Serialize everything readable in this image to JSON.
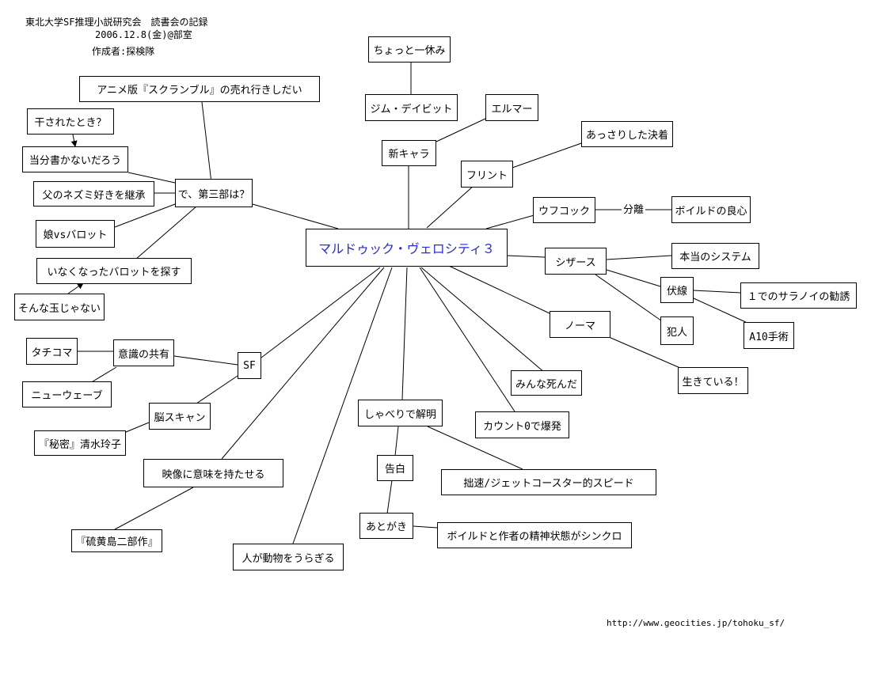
{
  "header": {
    "title": "東北大学SF推理小説研究会　読書会の記録",
    "date": "2006.12.8(金)@部室",
    "author": "作成者:探検隊"
  },
  "footer_url": "http://www.geocities.jp/tohoku_sf/",
  "center": "マルドゥック・ヴェロシティ３",
  "nodes": {
    "break": "ちょっと一休み",
    "jim": "ジム・デイビット",
    "elmer": "エルマー",
    "new_chara": "新キャラ",
    "quick_end": "あっさりした決着",
    "flint": "フリント",
    "oeufcoque": "ウフコック",
    "bunri": "分離",
    "boild_conscience": "ボイルドの良心",
    "real_system": "本当のシステム",
    "scissors": "シザース",
    "fukusen": "伏線",
    "saranoi": "１でのサラノイの勧誘",
    "a10": "A10手術",
    "hannin": "犯人",
    "norma": "ノーマ",
    "alive": "生きている！",
    "all_died": "みんな死んだ",
    "count0": "カウント0で爆発",
    "talk_reveal": "しゃべりで解明",
    "speed": "拙速/ジェットコースター的スピード",
    "kokuhaku": "告白",
    "atogaki": "あとがき",
    "sync": "ボイルドと作者の精神状態がシンクロ",
    "human_animal": "人が動物をうらぎる",
    "iwojima": "『硫黄島二部作』",
    "image_meaning": "映像に意味を持たせる",
    "himitsu": "『秘密』清水玲子",
    "brain_scan": "脳スキャン",
    "sf": "SF",
    "consciousness": "意識の共有",
    "tachikoma": "タチコマ",
    "new_wave": "ニューウェーブ",
    "scramble": "アニメ版『スクランブル』の売れ行きしだい",
    "hosareta": "干されたとき？",
    "toubun": "当分書かないだろう",
    "daisanbu": "で、第三部は？",
    "father_rat": "父のネズミ好きを継承",
    "daughter_balot": "娘vsバロット",
    "find_balot": "いなくなったバロットを探す",
    "not_type": "そんな玉じゃない"
  }
}
